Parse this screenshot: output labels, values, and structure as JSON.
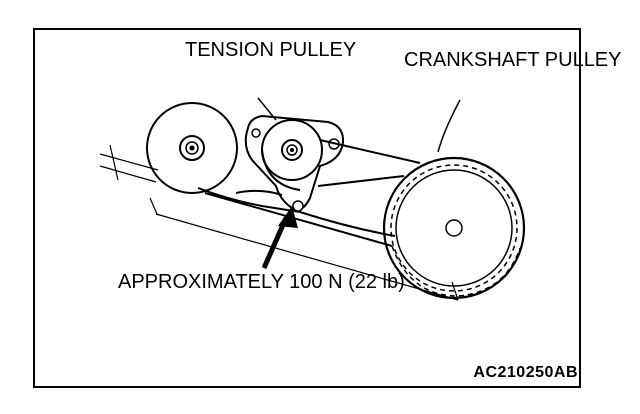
{
  "labels": {
    "tension_pulley_line1": "TENSION",
    "tension_pulley_line2": "PULLEY",
    "crankshaft_pulley_line1": "CRANKSHAFT",
    "crankshaft_pulley_line2": "PULLEY",
    "force_line1": "APPROXIMATELY",
    "force_line2": "100 N (22 lb)"
  },
  "figure_code": "AC210250AB"
}
